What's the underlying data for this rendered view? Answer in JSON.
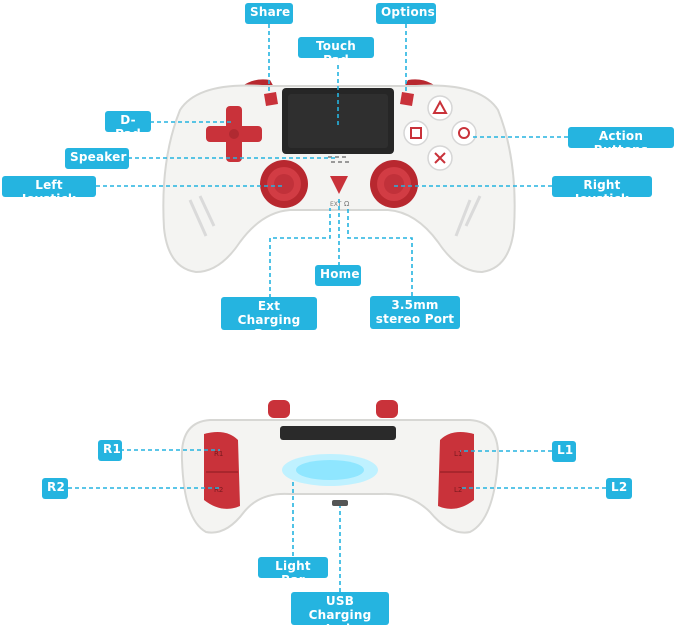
{
  "colors": {
    "callout": "#25b4e0",
    "shell": "#f2f2f0",
    "accent_red": "#c9323a",
    "touchpad": "#2a2a2a",
    "light_bar": "#8fe6ff"
  },
  "labels": {
    "share": "Share",
    "options": "Options",
    "touch_pad": "Touch Pad",
    "d_pad": "D-Pad",
    "action_buttons": "Action Buttons",
    "speaker": "Speaker",
    "left_joystick": "Left Joystick",
    "right_joystick": "Right Joystick",
    "home": "Home",
    "ext_charging_port": "Ext Charging\nPort",
    "stereo_port": "3.5mm\nstereo Port",
    "r1": "R1",
    "r2": "R2",
    "l1": "L1",
    "l2": "L2",
    "light_bar": "Light Bar",
    "usb_charging_jack": "USB Charging\nJack"
  },
  "controller_markings": {
    "ext": "EXT",
    "headset": "Ω",
    "r1": "R1",
    "r2": "R2",
    "l1": "L1",
    "l2": "L2"
  }
}
